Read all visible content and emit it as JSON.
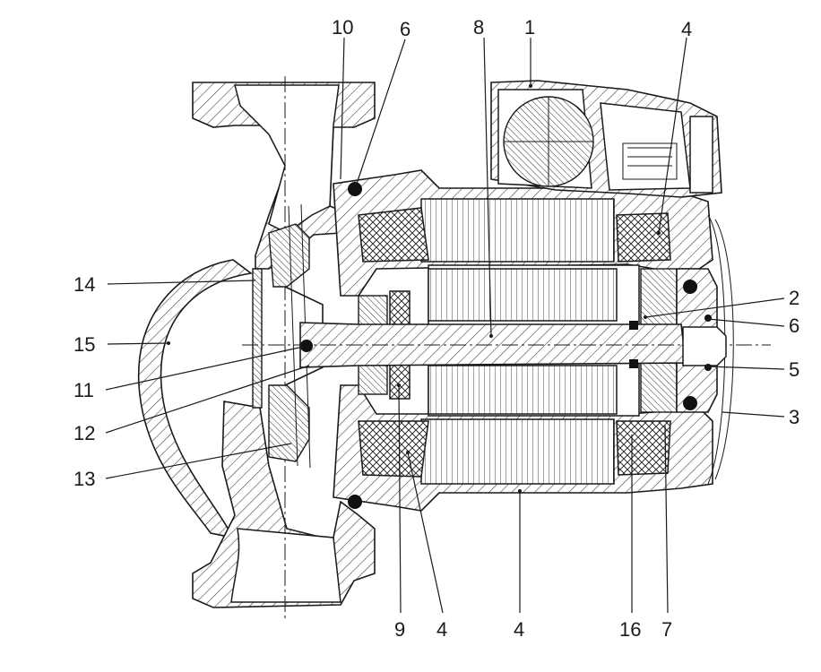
{
  "diagram": {
    "callouts": [
      "10",
      "6",
      "8",
      "1",
      "4",
      "14",
      "2",
      "6",
      "15",
      "5",
      "11",
      "3",
      "12",
      "13",
      "9",
      "4",
      "4",
      "16",
      "7"
    ]
  }
}
